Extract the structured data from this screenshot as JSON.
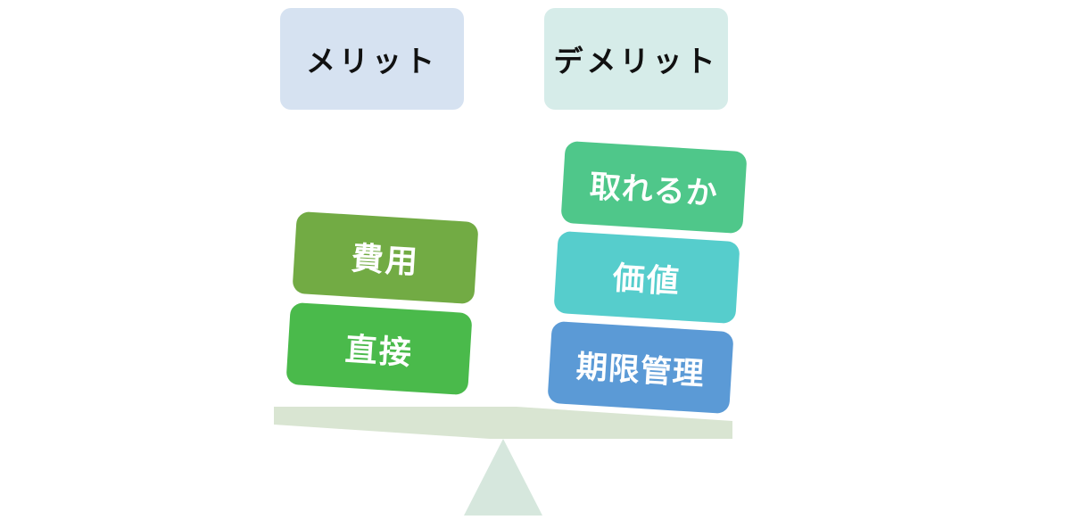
{
  "headers": {
    "merit": "メリット",
    "demerit": "デメリット"
  },
  "merit_blocks": [
    {
      "label": "費用",
      "color": "#72ab44"
    },
    {
      "label": "直接",
      "color": "#4aba4b"
    }
  ],
  "demerit_blocks": [
    {
      "label": "取れるか",
      "color": "#4fc78a"
    },
    {
      "label": "価値",
      "color": "#56cdcc"
    },
    {
      "label": "期限管理",
      "color": "#5b9ad6"
    }
  ],
  "colors": {
    "merit_header_bg": "#d6e2f1",
    "demerit_header_bg": "#d6ece9",
    "beam": "#d9e5d2",
    "fulcrum": "#d6e7dd"
  }
}
